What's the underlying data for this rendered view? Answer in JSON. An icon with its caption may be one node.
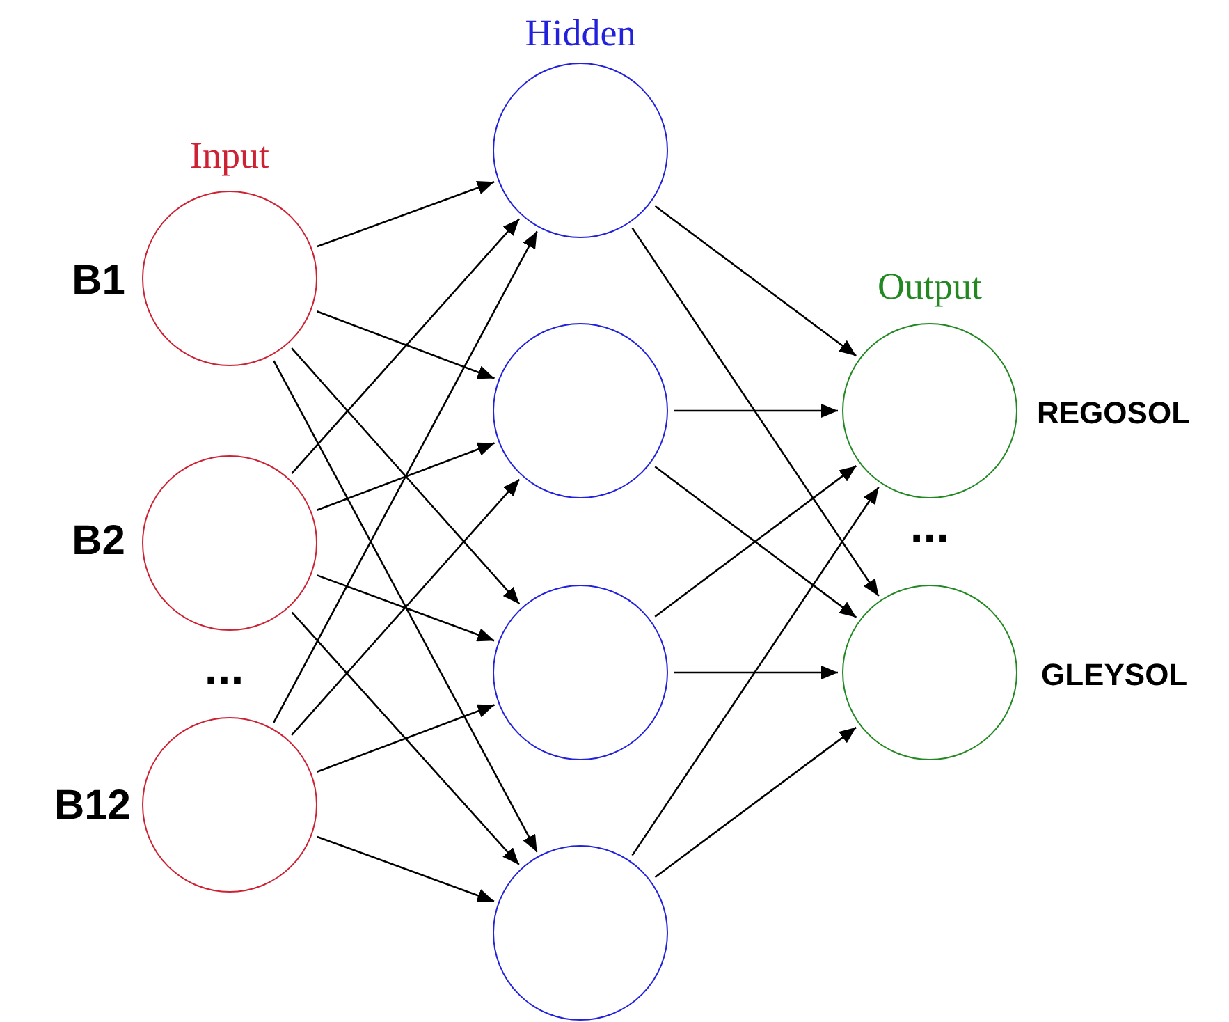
{
  "diagram": {
    "nodes": [
      {
        "text": [],
        "shape": "circle",
        "beside": [
          "B1"
        ]
      },
      {
        "text": [],
        "shape": "circle",
        "beside": [
          "B2"
        ]
      },
      {
        "text": [],
        "shape": "circle",
        "beside": [
          "B12"
        ]
      },
      {
        "text": [],
        "shape": "circle"
      },
      {
        "text": [],
        "shape": "circle"
      },
      {
        "text": [],
        "shape": "circle"
      },
      {
        "text": [],
        "shape": "circle"
      },
      {
        "text": [],
        "shape": "circle",
        "beside": [
          "REGOSOL"
        ]
      },
      {
        "text": [],
        "shape": "circle",
        "beside": [
          "GLEYSOL"
        ]
      }
    ],
    "edges": [
      {
        "from": 0,
        "to": 3,
        "arrow": "to"
      },
      {
        "from": 0,
        "to": 4,
        "arrow": "to"
      },
      {
        "from": 0,
        "to": 5,
        "arrow": "to"
      },
      {
        "from": 0,
        "to": 6,
        "arrow": "to"
      },
      {
        "from": 1,
        "to": 3,
        "arrow": "to"
      },
      {
        "from": 1,
        "to": 4,
        "arrow": "to"
      },
      {
        "from": 1,
        "to": 5,
        "arrow": "to"
      },
      {
        "from": 1,
        "to": 6,
        "arrow": "to"
      },
      {
        "from": 2,
        "to": 3,
        "arrow": "to"
      },
      {
        "from": 2,
        "to": 4,
        "arrow": "to"
      },
      {
        "from": 2,
        "to": 5,
        "arrow": "to"
      },
      {
        "from": 2,
        "to": 6,
        "arrow": "to"
      },
      {
        "from": 3,
        "to": 7,
        "arrow": "to"
      },
      {
        "from": 3,
        "to": 8,
        "arrow": "to"
      },
      {
        "from": 4,
        "to": 7,
        "arrow": "to"
      },
      {
        "from": 4,
        "to": 8,
        "arrow": "to"
      },
      {
        "from": 5,
        "to": 7,
        "arrow": "to"
      },
      {
        "from": 5,
        "to": 8,
        "arrow": "to"
      },
      {
        "from": 6,
        "to": 7,
        "arrow": "to"
      },
      {
        "from": 6,
        "to": 8,
        "arrow": "to"
      }
    ],
    "labels": [
      "Hidden",
      "Input",
      "Output",
      "...",
      "..."
    ]
  }
}
